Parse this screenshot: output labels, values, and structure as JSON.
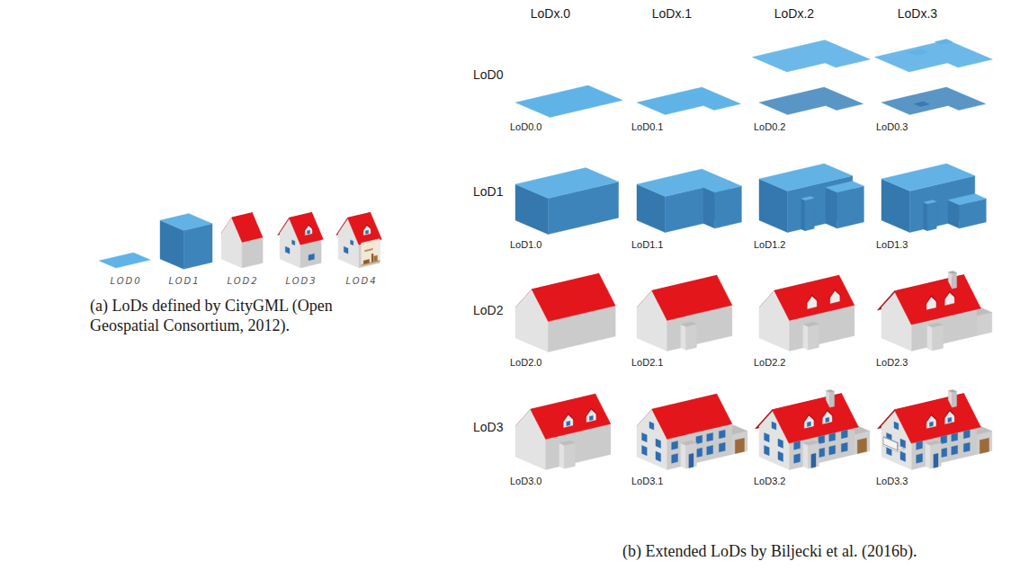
{
  "diagram": {
    "labels": [
      "LoDx.0",
      "LoDx.1",
      "LoDx.2",
      "LoDx.3",
      "LoD0",
      "LoD0.0",
      "LoD0.1",
      "LoD0.2",
      "LoD0.3",
      "LoD1",
      "LoD1.0",
      "LoD1.1",
      "LoD1.2",
      "LoD1.3",
      "LoD2",
      "LoD2.0",
      "LoD2.1",
      "LoD2.2",
      "LoD2.3",
      "LoD3",
      "LoD3.0",
      "LoD3.1",
      "LoD3.2",
      "LoD3.3",
      "LOD0",
      "LOD1",
      "LOD2",
      "LOD3",
      "LOD4",
      "(a) LoDs defined by CityGML (Open Geospatial Consortium, 2012).",
      "(b) Extended LoDs by Biljecki et al. (2016b)."
    ]
  }
}
